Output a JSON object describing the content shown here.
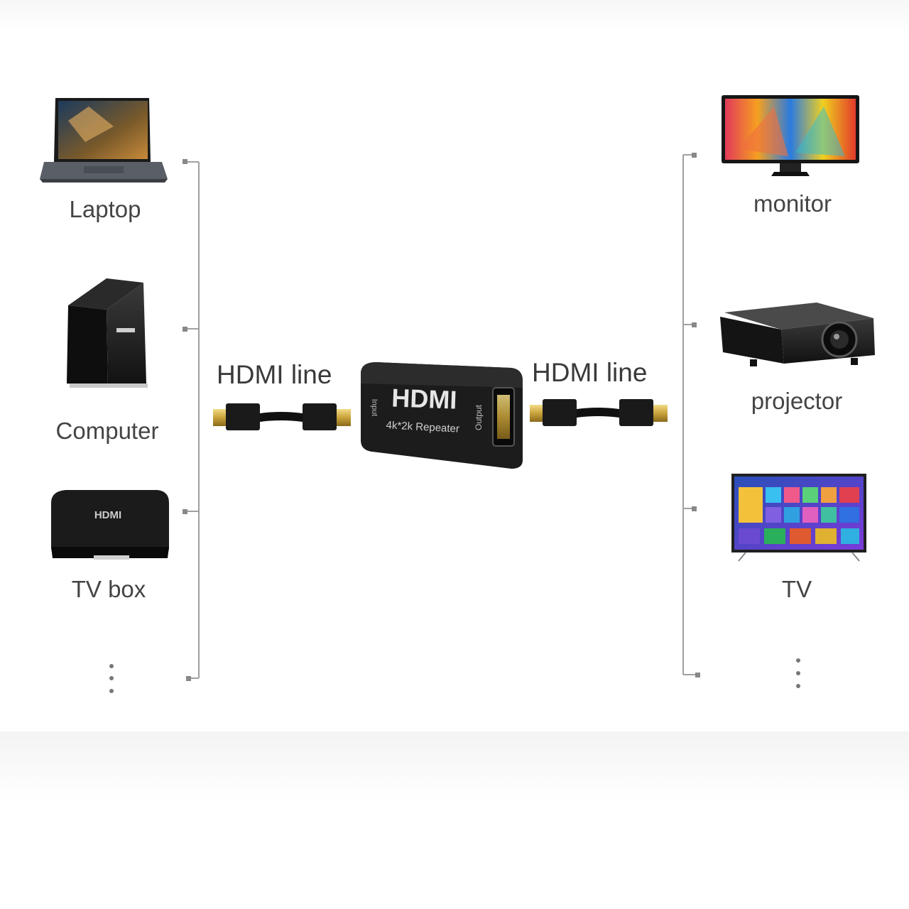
{
  "sources": [
    {
      "label": "Laptop",
      "icon": "laptop-icon"
    },
    {
      "label": "Computer",
      "icon": "computer-tower-icon"
    },
    {
      "label": "TV box",
      "icon": "tv-box-icon"
    }
  ],
  "displays": [
    {
      "label": "monitor",
      "icon": "monitor-icon"
    },
    {
      "label": "projector",
      "icon": "projector-icon"
    },
    {
      "label": "TV",
      "icon": "tv-icon"
    }
  ],
  "cables": {
    "left_label": "HDMI line",
    "right_label": "HDMI line"
  },
  "repeater": {
    "brand": "HDMI",
    "model": "4k*2k Repeater",
    "input_label": "Input",
    "output_label": "Output"
  },
  "tv_box_brand": "HDMI",
  "colors": {
    "device_dark": "#1e1e1e",
    "connector_gold": "#d4b44a",
    "bracket_line": "#9a9a9a",
    "label_text": "#444444"
  }
}
